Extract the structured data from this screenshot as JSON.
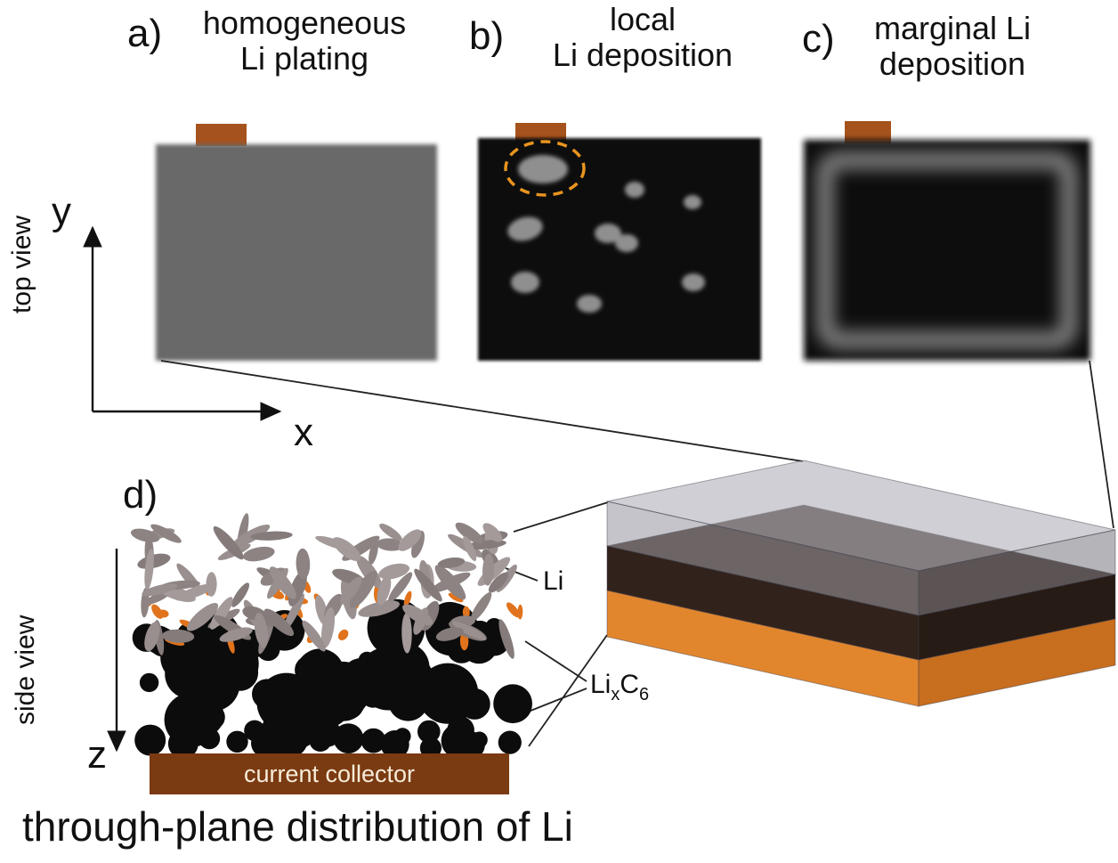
{
  "panels": [
    {
      "label": "a)",
      "title1": "homogeneous",
      "title2": "Li plating"
    },
    {
      "label": "b)",
      "title1": "local",
      "title2": "Li deposition"
    },
    {
      "label": "c)",
      "title1": "marginal Li",
      "title2": "deposition"
    }
  ],
  "views": {
    "top": "top view",
    "side": "side view"
  },
  "axes": {
    "x": "x",
    "y": "y",
    "z": "z"
  },
  "detail_label": "d)",
  "labels": {
    "li": "Li",
    "lixc6_base1": "Li",
    "lixc6_sub1": "x",
    "lixc6_base2": "C",
    "lixc6_sub2": "6",
    "current_collector": "current collector"
  },
  "caption": "through-plane distribution of Li",
  "colors": {
    "tab_copper": "#a6521c",
    "collector_brown": "#7a3a12",
    "slab_orange": "#e2862e",
    "slab_orange_side": "#c86e1f",
    "highlight_dashed": "#e8941f"
  }
}
